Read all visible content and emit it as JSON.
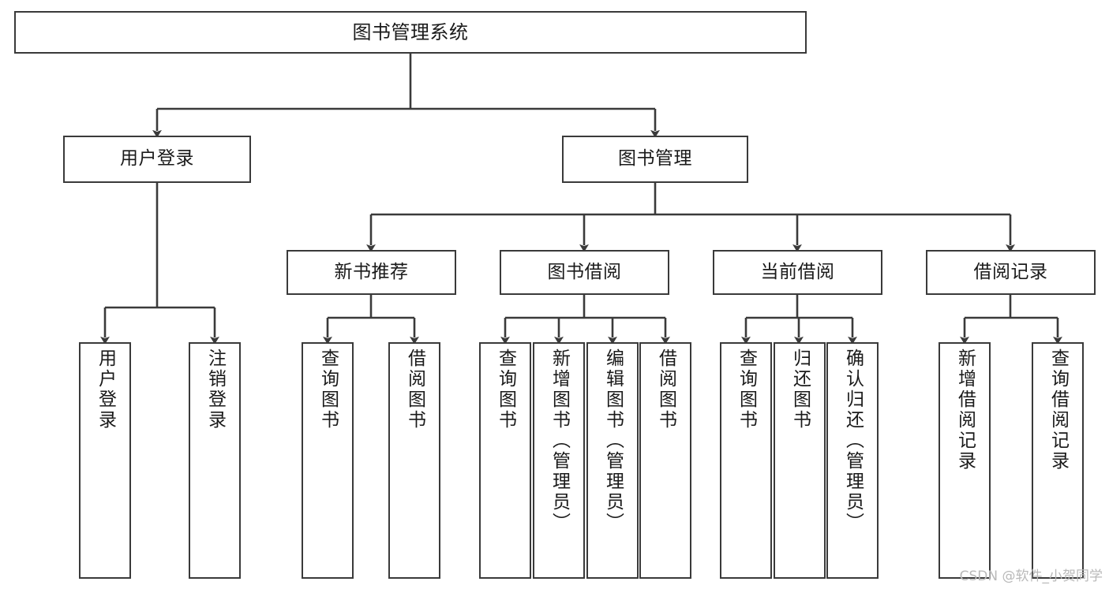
{
  "diagram": {
    "title": "图书管理系统",
    "type": "tree",
    "orientation": "top-down",
    "line_color": "#3a3a3a",
    "box_fill": "#ffffff",
    "text_color": "#1a1a1a",
    "nodes": {
      "root": {
        "label": "图书管理系统"
      },
      "level1": [
        {
          "id": "user-login",
          "label": "用户登录"
        },
        {
          "id": "book-manage",
          "label": "图书管理"
        }
      ],
      "level2": [
        {
          "id": "new-book-recommend",
          "label": "新书推荐"
        },
        {
          "id": "book-borrow",
          "label": "图书借阅"
        },
        {
          "id": "current-borrow",
          "label": "当前借阅"
        },
        {
          "id": "borrow-record",
          "label": "借阅记录"
        }
      ],
      "leaves": {
        "user-login": [
          {
            "id": "leaf-user-login",
            "label": "用户登录"
          },
          {
            "id": "leaf-logout",
            "label": "注销登录"
          }
        ],
        "new-book-recommend": [
          {
            "id": "leaf-query-book-1",
            "label": "查询图书"
          },
          {
            "id": "leaf-borrow-book-1",
            "label": "借阅图书"
          }
        ],
        "book-borrow": [
          {
            "id": "leaf-query-book-2",
            "label": "查询图书"
          },
          {
            "id": "leaf-add-book",
            "label": "新增图书（管理员）"
          },
          {
            "id": "leaf-edit-book",
            "label": "编辑图书（管理员）"
          },
          {
            "id": "leaf-borrow-book-2",
            "label": "借阅图书"
          }
        ],
        "current-borrow": [
          {
            "id": "leaf-query-book-3",
            "label": "查询图书"
          },
          {
            "id": "leaf-return-book",
            "label": "归还图书"
          },
          {
            "id": "leaf-confirm-return",
            "label": "确认归还（管理员）"
          }
        ],
        "borrow-record": [
          {
            "id": "leaf-add-record",
            "label": "新增借阅记录"
          },
          {
            "id": "leaf-query-record",
            "label": "查询借阅记录"
          }
        ]
      }
    }
  },
  "watermark": {
    "text": "CSDN @软件_小贺同学"
  }
}
